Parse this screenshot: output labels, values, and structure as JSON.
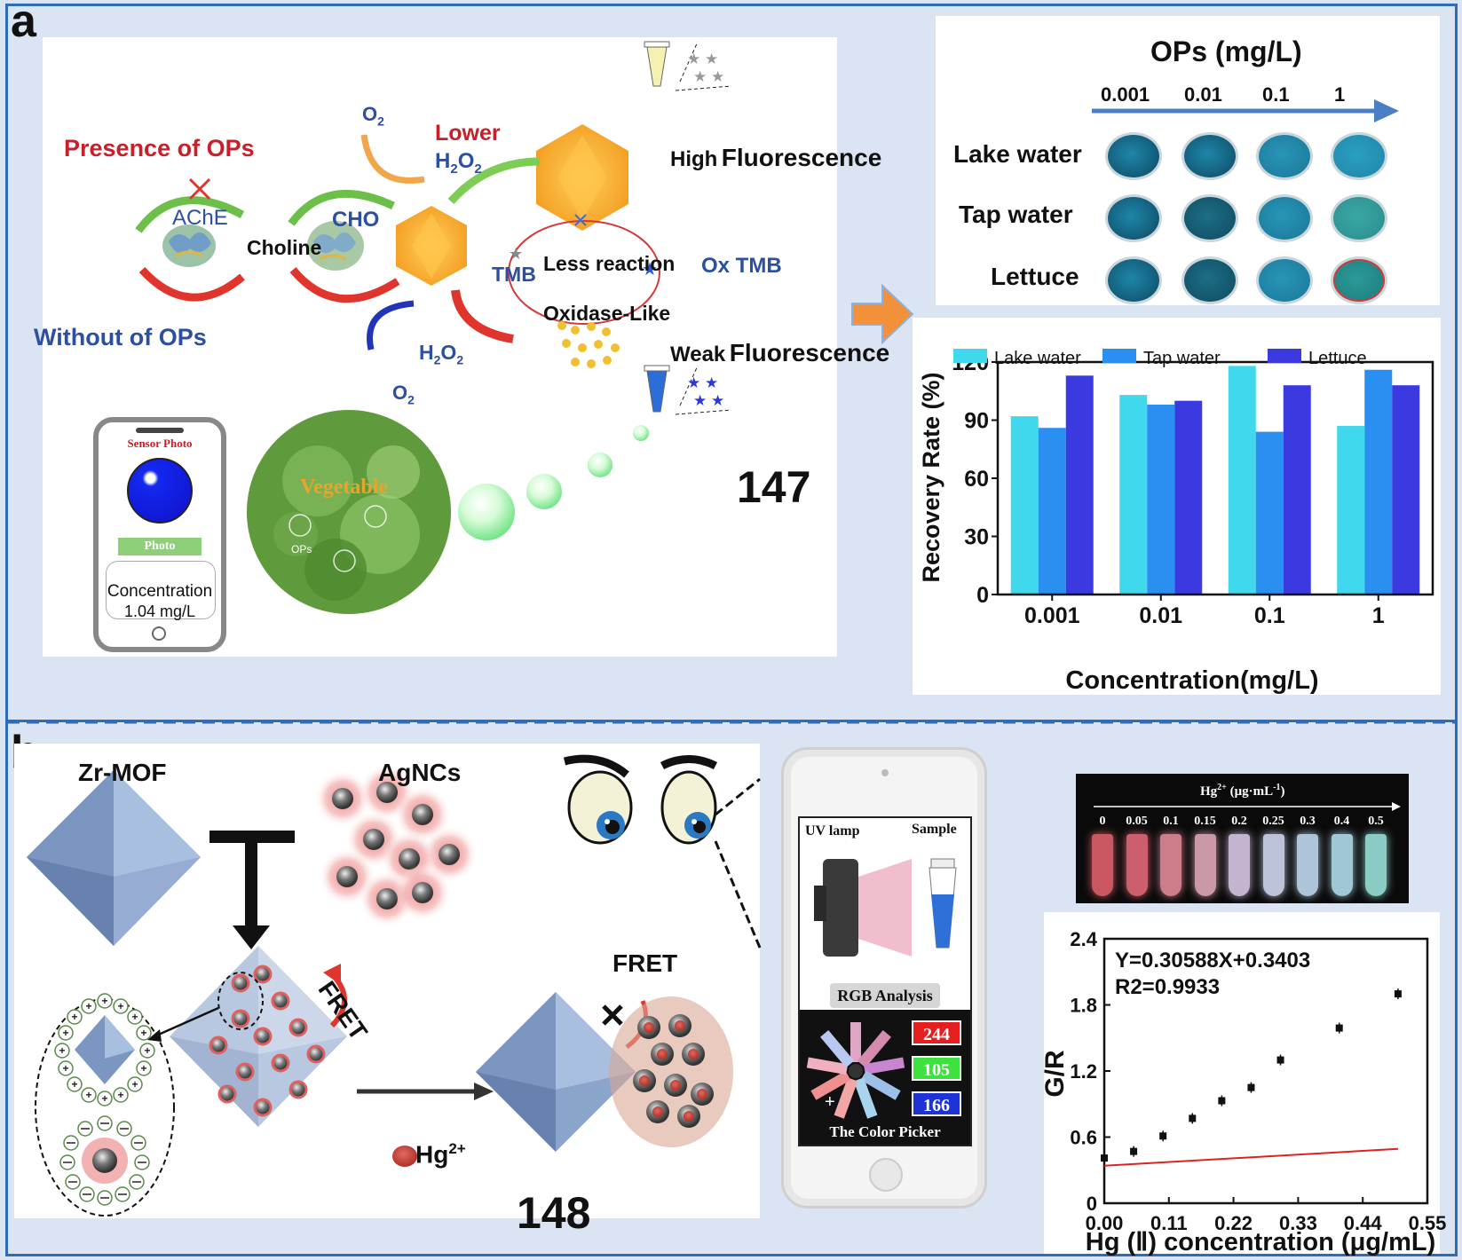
{
  "panel_a": {
    "label": "a",
    "scheme": {
      "presence": "Presence of OPs",
      "without": "Without of OPs",
      "ache": "AChE",
      "choline": "Choline",
      "cho": "CHO",
      "o2": "O",
      "o2_sub": "2",
      "lower": "Lower",
      "h2o2_h": "H",
      "h2o2_2": "2",
      "h2o2_o": "O",
      "tmb": "TMB",
      "less_reaction": "Less reaction",
      "ox_tmb": "Ox TMB",
      "oxidase_like": "Oxidase-Like",
      "high_prefix": "High",
      "high_word": "Fluorescence",
      "weak_prefix": "Weak",
      "weak_word": "Fluorescence",
      "ref": "147"
    },
    "phone": {
      "header": "Sensor Photo",
      "button": "Photo",
      "conc_label": "Concentration",
      "conc_value": "1.04 mg/L"
    },
    "vegetable": {
      "title": "Vegetable",
      "tag": "OPs"
    },
    "photo_grid": {
      "title": "OPs (mg/L)",
      "columns": [
        "0.001",
        "0.01",
        "0.1",
        "1"
      ],
      "rows": [
        "Lake water",
        "Tap water",
        "Lettuce"
      ]
    }
  },
  "chart_data": [
    {
      "type": "bar",
      "categories": [
        "0.001",
        "0.01",
        "0.1",
        "1"
      ],
      "series": [
        {
          "name": "Lake water",
          "values": [
            92,
            103,
            118,
            87
          ]
        },
        {
          "name": "Tap water",
          "values": [
            86,
            98,
            84,
            116
          ]
        },
        {
          "name": "Lettuce",
          "values": [
            113,
            100,
            108,
            108
          ]
        }
      ],
      "colors": [
        "#3fd8ec",
        "#2a8ff0",
        "#3a3ae0"
      ],
      "xlabel": "Concentration(mg/L)",
      "ylabel": "Recovery Rate (%)",
      "ylim": [
        0,
        120
      ],
      "yticks": [
        0,
        30,
        60,
        90,
        120
      ],
      "legend": "top"
    },
    {
      "type": "scatter",
      "x": [
        0.0,
        0.05,
        0.1,
        0.15,
        0.2,
        0.25,
        0.3,
        0.4,
        0.5
      ],
      "y": [
        0.41,
        0.47,
        0.61,
        0.77,
        0.93,
        1.05,
        1.3,
        1.59,
        1.9
      ],
      "fit": {
        "slope": 0.30588,
        "intercept": 0.3403,
        "color": "#d22"
      },
      "equation": "Y=0.30588X+0.3403",
      "r2": "R2=0.9933",
      "xlabel": "Hg (Ⅱ) concentration (μg/mL)",
      "ylabel": "G/R",
      "xlim": [
        0,
        0.55
      ],
      "ylim": [
        0,
        2.4
      ],
      "xticks": [
        "0.00",
        "0.11",
        "0.22",
        "0.33",
        "0.44",
        "0.55"
      ],
      "yticks": [
        "0",
        "0.6",
        "1.2",
        "1.8",
        "2.4"
      ]
    }
  ],
  "panel_b": {
    "label": "b",
    "zrmof": "Zr-MOF",
    "agncs": "AgNCs",
    "fret": "FRET",
    "fret2": "FRET",
    "hg_label": "Hg",
    "hg_sup": "2+",
    "ref": "148",
    "phone": {
      "uv_lamp": "UV lamp",
      "sample": "Sample",
      "rgb_analysis": "RGB Analysis",
      "r": "244",
      "g": "105",
      "b": "166",
      "color_picker": "The Color Picker"
    },
    "tubes": {
      "title": "Hg",
      "title_sup": "2+",
      "unit": "(μg·mL",
      "unit_sup": "-1",
      "unit_end": ")",
      "values": [
        "0",
        "0.05",
        "0.1",
        "0.15",
        "0.2",
        "0.25",
        "0.3",
        "0.4",
        "0.5"
      ]
    }
  }
}
